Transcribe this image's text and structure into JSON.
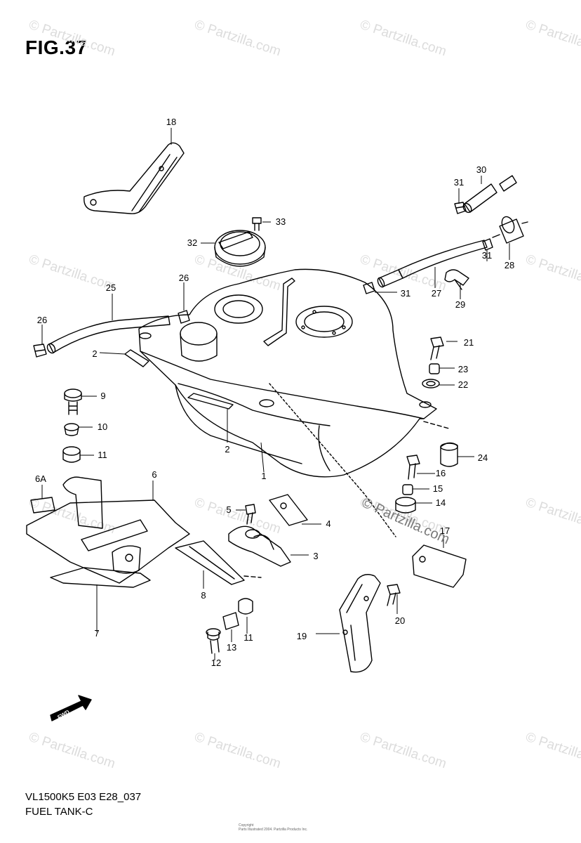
{
  "figure": {
    "title": "FIG.37",
    "code": "VL1500K5 E03 E28_037",
    "subtitle": "FUEL TANK-C",
    "copyright": [
      "Copyright",
      "Parts Illustrated 2004. Partzilla Products Inc."
    ]
  },
  "watermark": {
    "text": "© Partzilla.com",
    "center_text": "© Partzilla.com",
    "color": "#dcdcdc"
  },
  "callouts": [
    {
      "label": "18"
    },
    {
      "label": "30"
    },
    {
      "label": "31"
    },
    {
      "label": "33"
    },
    {
      "label": "32"
    },
    {
      "label": "31"
    },
    {
      "label": "28"
    },
    {
      "label": "25"
    },
    {
      "label": "26"
    },
    {
      "label": "31"
    },
    {
      "label": "27"
    },
    {
      "label": "29"
    },
    {
      "label": "26"
    },
    {
      "label": "21"
    },
    {
      "label": "2"
    },
    {
      "label": "23"
    },
    {
      "label": "22"
    },
    {
      "label": "9"
    },
    {
      "label": "10"
    },
    {
      "label": "2"
    },
    {
      "label": "24"
    },
    {
      "label": "11"
    },
    {
      "label": "1"
    },
    {
      "label": "16"
    },
    {
      "label": "6A"
    },
    {
      "label": "6"
    },
    {
      "label": "15"
    },
    {
      "label": "14"
    },
    {
      "label": "5"
    },
    {
      "label": "4"
    },
    {
      "label": "17"
    },
    {
      "label": "3"
    },
    {
      "label": "8"
    },
    {
      "label": "7"
    },
    {
      "label": "20"
    },
    {
      "label": "11"
    },
    {
      "label": "19"
    },
    {
      "label": "13"
    },
    {
      "label": "12"
    }
  ],
  "fwd_label": "FWD"
}
